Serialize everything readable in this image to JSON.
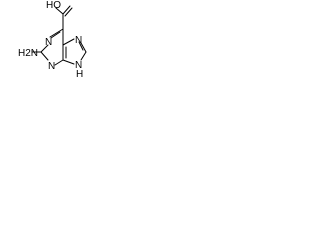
{
  "molecule": {
    "atoms": {
      "oh": "HO",
      "ring_n1": "N",
      "ring_n3": "N",
      "n7": "N",
      "n9h": "N",
      "n9h_h": "H",
      "amine": "H2N"
    },
    "colors": {
      "bond": "#000000",
      "label": "#000000",
      "background": "#ffffff"
    }
  }
}
